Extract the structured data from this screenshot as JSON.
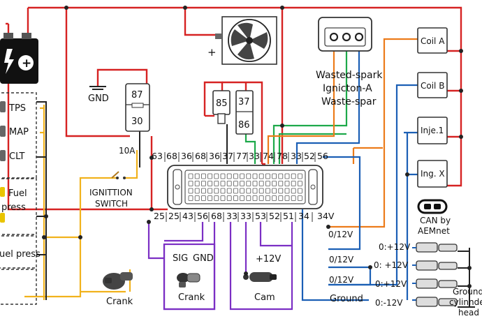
{
  "battery": {
    "plus": "+"
  },
  "fan": {
    "plus": "+"
  },
  "ground_top": "GND",
  "relay_main": {
    "pin_a": "87",
    "pin_b": "30"
  },
  "relay_fan": {
    "pin_a": "85",
    "pin_b": "37",
    "pin_c": "86"
  },
  "fuse": "10A",
  "ignition_switch": {
    "line1": "IGNITTION",
    "line2": "SWITCH"
  },
  "sensors": {
    "tps": "TPS",
    "map": "MAP",
    "clt": "CLT",
    "fuel_press_1": "Fuel",
    "fuel_press_2": "press",
    "fuel_press_b": "uel press"
  },
  "ecu_top_pins": [
    "63",
    "68",
    "36",
    "68",
    "36",
    "37",
    "77",
    "33",
    "74",
    "78",
    "33",
    "52",
    "56"
  ],
  "ecu_bottom_pins": [
    "25",
    "25",
    "43",
    "56",
    "68",
    "33",
    "33",
    "53",
    "52",
    "51",
    "34",
    "34V"
  ],
  "wasted_spark": {
    "line1": "Wasted-spark",
    "line2": "Ignicton-A",
    "line3": "Waste-spar"
  },
  "coils": {
    "coil_a": "Coil A",
    "coil_b": "Coil B",
    "inj1": "Inje.1",
    "injx": "Ing. X"
  },
  "can": {
    "line1": "CAN by",
    "line2": "AEMnet"
  },
  "right_labels": {
    "v1": "0:+12V",
    "v2": "0: +12V",
    "v3": "0:+12V",
    "v4": "0:-12V",
    "ground_head_1": "Ground",
    "ground_head_2": "cylinnder",
    "ground_head_3": "head"
  },
  "mid_labels": {
    "v1": "0/12V",
    "v2": "0/12V",
    "v3": "0/12V",
    "ground": "Ground"
  },
  "crank_sensor": {
    "sig": "SIG",
    "gnd": "GND",
    "label": "Crank"
  },
  "cam_sensor": {
    "v": "+12V",
    "label": "Cam"
  },
  "crank_left": "Crank"
}
